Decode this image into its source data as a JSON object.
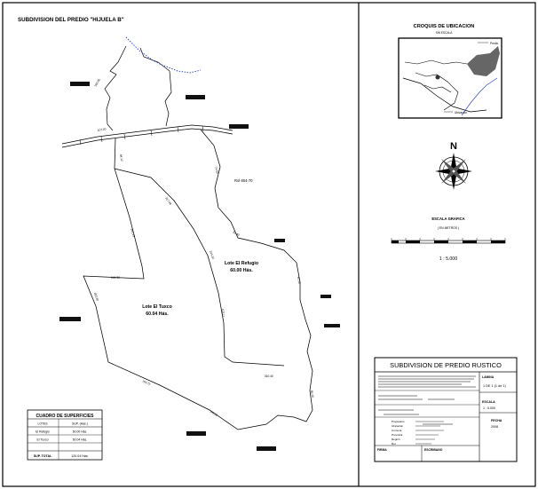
{
  "drawing": {
    "title": "SUBDIVISION DEL PREDIO \"HIJUELA B\"",
    "lot_small": {
      "name": "Lote El Refugio",
      "area": "60.00 Hás."
    },
    "lot_large": {
      "name": "Lote El Tuxco",
      "area": "60.04 Hás."
    },
    "neighbor_label": "Rol 604-70"
  },
  "location_sketch": {
    "title": "CROQUIS DE UBICACION",
    "subtitle": "SIN ESCALA",
    "tag_top": "Predio",
    "tag_bottom": "Ubicación"
  },
  "north": {
    "letter": "N"
  },
  "scale": {
    "title": "ESCALA GRAFICA",
    "unit": "( EN METROS )",
    "ratio": "1 : 5.000"
  },
  "areas_table": {
    "title": "CUADRO DE SUPERFICIES",
    "header": [
      "LOTES",
      "SUP. (Hás.)"
    ],
    "rows": [
      [
        "El Refugio",
        "60.00 Hás."
      ],
      [
        "El Tuxco",
        "60.04 Hás."
      ]
    ],
    "total": [
      "SUP. TOTAL",
      "120.04 Hás."
    ]
  },
  "title_block": {
    "heading": "SUBDIVISION DE PREDIO RUSTICO",
    "lamina_label": "LAMINA",
    "lamina_value": "1 DE 1 (1 de 1)",
    "escala_label": "ESCALA",
    "escala_value": "1 : 5.000",
    "fecha_label": "FECHA",
    "fecha_value": "2008",
    "block_rows": [
      "Propietario",
      "Ubicación",
      "Comuna",
      "Provincia",
      "Región",
      "Rol"
    ],
    "footer_labels": [
      "FIRMA",
      "ESCRIBANO"
    ]
  }
}
